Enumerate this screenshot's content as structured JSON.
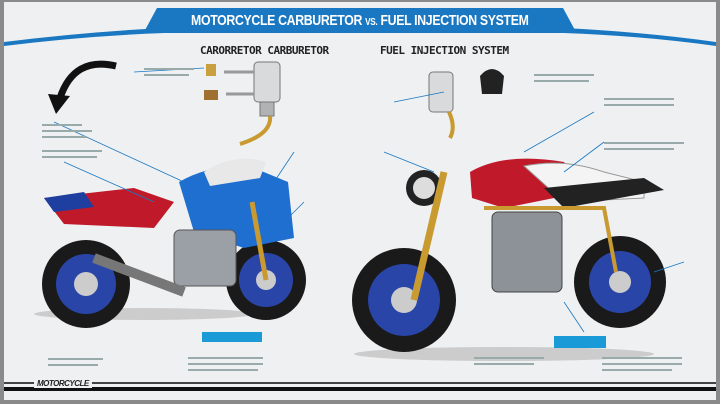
{
  "title": {
    "main_a": "MOTORCYCLE CARBURETOR",
    "vs": "VS.",
    "main_b": "FUEL INJECTION SYSTEM"
  },
  "subtitles": {
    "left": "CARORRETOR CARBURETOR",
    "right": "FUEL INJECTION SYSTEM"
  },
  "footer": {
    "logo": "MOTORCYCLE"
  },
  "colors": {
    "accent": "#1a78c2",
    "background": "#eef0f2",
    "left_bike_body": "#1f6fd0",
    "right_bike_tank": "#d0202a",
    "frame_gold": "#c89a30"
  }
}
